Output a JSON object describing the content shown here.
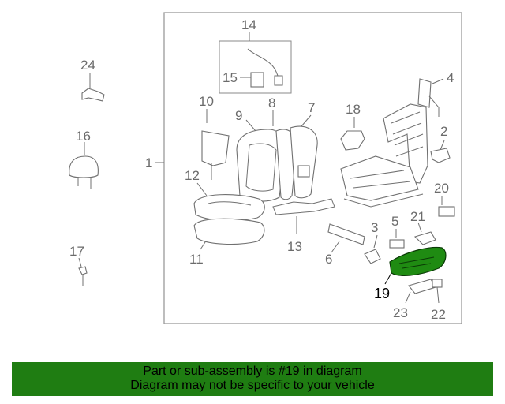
{
  "colors": {
    "banner_bg": "#1f7d12",
    "highlight_part": "#1f8b12",
    "line": "#707070",
    "frame": "#9a9a9a"
  },
  "callouts": {
    "c1": "1",
    "c2": "2",
    "c3": "3",
    "c4": "4",
    "c5": "5",
    "c6": "6",
    "c7": "7",
    "c8": "8",
    "c9": "9",
    "c10": "10",
    "c11": "11",
    "c12": "12",
    "c13": "13",
    "c14": "14",
    "c15": "15",
    "c16": "16",
    "c17": "17",
    "c18": "18",
    "c19": "19",
    "c20": "20",
    "c21": "21",
    "c22": "22",
    "c23": "23",
    "c24": "24"
  },
  "banner": {
    "line1": "Part or sub-assembly is #19 in diagram",
    "line2": "Diagram may not be specific to your vehicle"
  }
}
